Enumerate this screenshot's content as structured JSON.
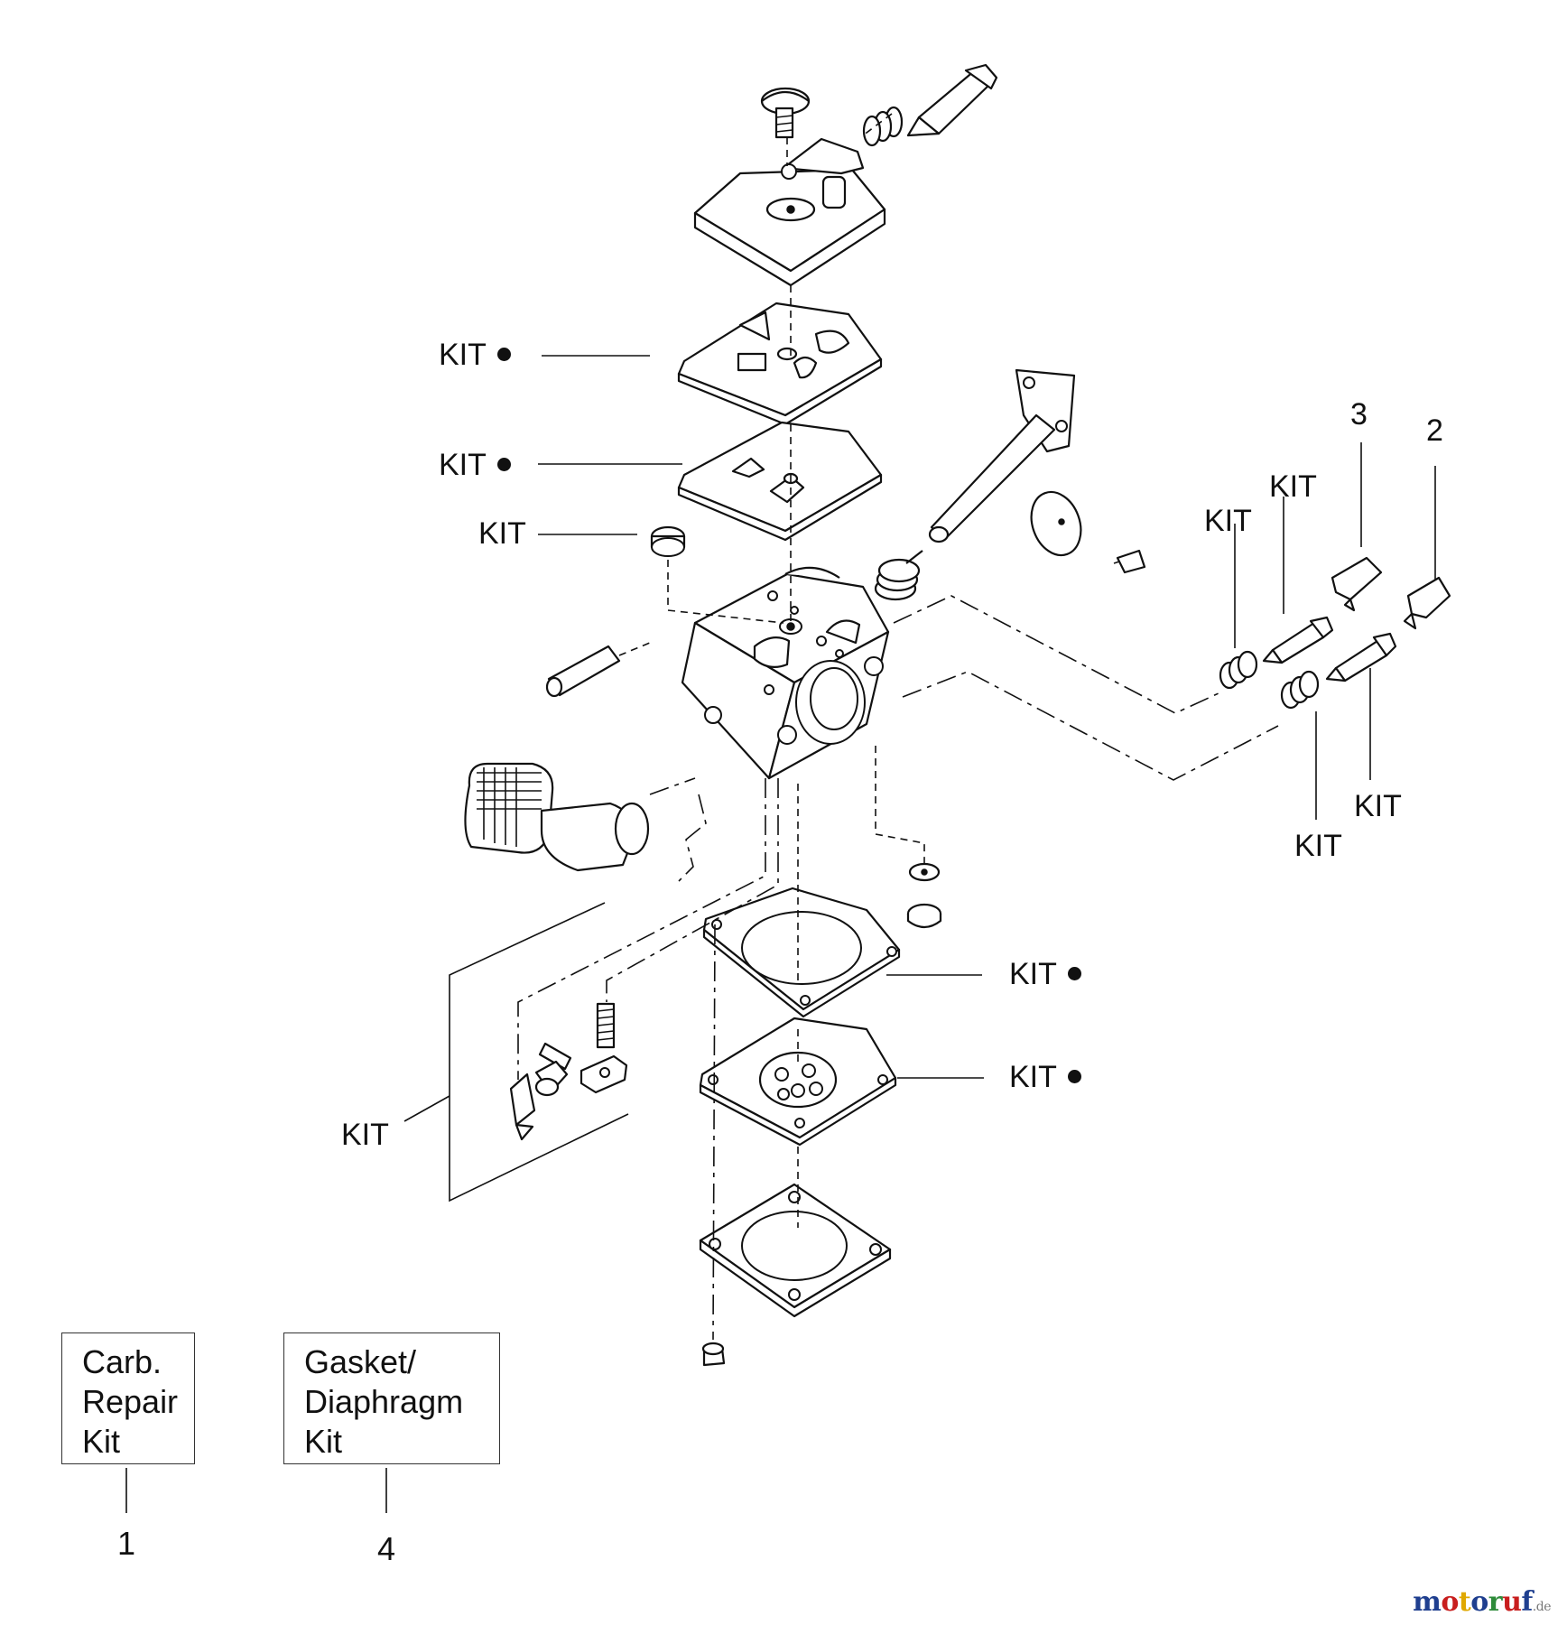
{
  "callouts": {
    "kit": "KIT",
    "number_1": "1",
    "number_2": "2",
    "number_3": "3",
    "number_4": "4"
  },
  "legend": {
    "carb_repair_kit": [
      "Carb.",
      "Repair",
      "Kit"
    ],
    "gasket_diaphragm_kit": [
      "Gasket/",
      "Diaphragm",
      "Kit"
    ]
  },
  "watermark": {
    "letters": [
      "m",
      "o",
      "t",
      "o",
      "r",
      "u",
      "f"
    ],
    "letter_colors": [
      "#1f3f8f",
      "#c81e1e",
      "#e0a800",
      "#1f3f8f",
      "#2e8b3a",
      "#c81e1e",
      "#1f3f8f"
    ],
    "suffix": ".de"
  }
}
